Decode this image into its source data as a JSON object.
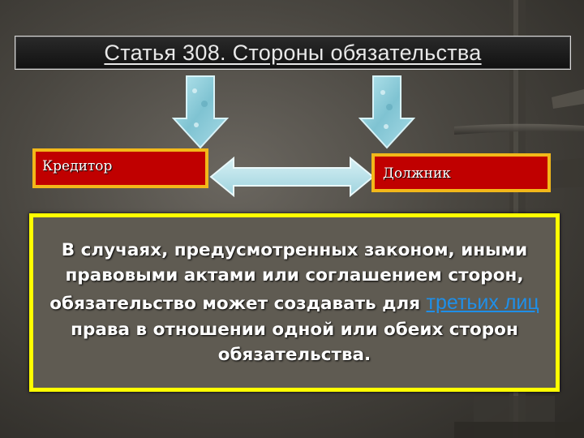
{
  "slide": {
    "title": "Статья 308. Стороны обязательства",
    "creditor_label": "Кредитор",
    "debtor_label": "Должник",
    "text_before": "В случаях, предусмотренных законом, иными правовыми актами или соглашением сторон, обязательство может создавать для ",
    "text_highlight": "третьих лиц ",
    "text_after": "права в отношении одной или обеих сторон обязательства."
  },
  "colors": {
    "party_fill": "#c00000",
    "party_border": "#f2b81a",
    "box_border": "#ffff00",
    "highlight": "#1f8fe8"
  }
}
